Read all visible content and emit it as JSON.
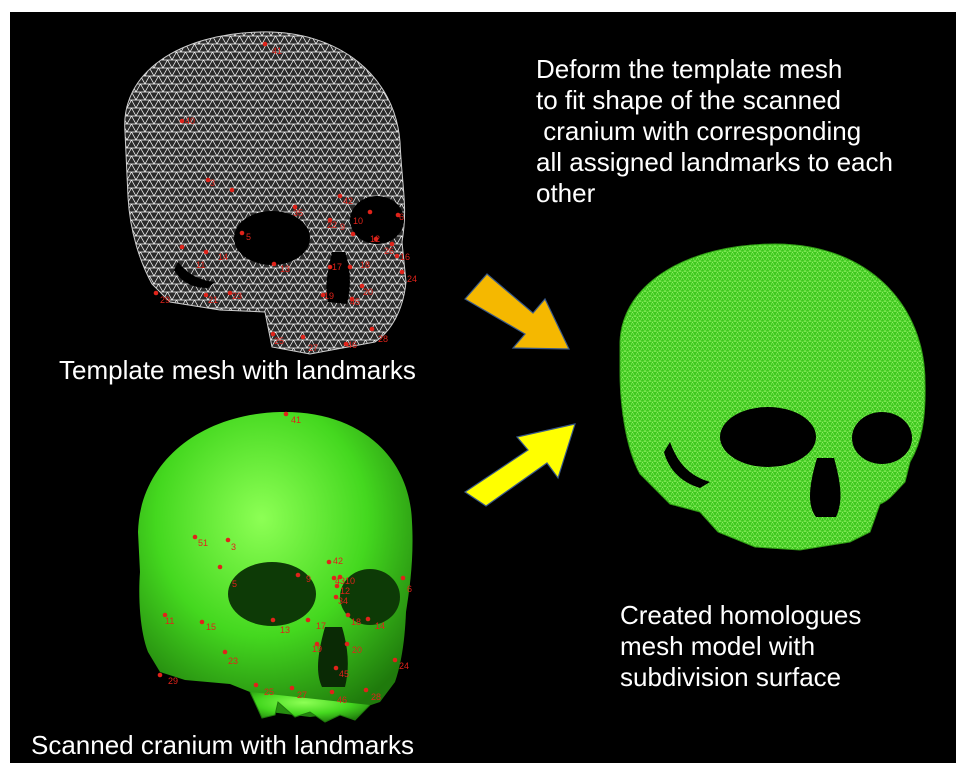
{
  "captions": {
    "template": "Template mesh with landmarks",
    "scanned": "Scanned cranium with landmarks",
    "deform": "Deform the template mesh\nto fit shape of the scanned\n cranium with corresponding\nall assigned landmarks to each\nother",
    "created": "Created homologues\nmesh model with\nsubdivision surface"
  },
  "colors": {
    "background": "#000000",
    "text": "#ffffff",
    "mesh_wire": "#ffffff",
    "cranium_green": "#4fe02a",
    "landmark": "#e0231a",
    "arrow_top": "#f5b800",
    "arrow_bottom": "#ffff00",
    "arrow_outline": "#3a5a8a"
  },
  "template_landmarks": [
    "41",
    "40",
    "3",
    "35",
    "5",
    "22",
    "9",
    "42",
    "10",
    "12",
    "18",
    "26",
    "16",
    "6",
    "14",
    "11",
    "17",
    "13",
    "19",
    "20",
    "45",
    "24",
    "29",
    "23",
    "21",
    "25",
    "27",
    "46",
    "28"
  ],
  "scanned_landmarks": [
    "41",
    "51",
    "3",
    "42",
    "9",
    "43",
    "10",
    "12",
    "34",
    "6",
    "5",
    "11",
    "15",
    "13",
    "17",
    "18",
    "14",
    "19",
    "20",
    "23",
    "24",
    "29",
    "45",
    "25",
    "27",
    "46",
    "28"
  ]
}
